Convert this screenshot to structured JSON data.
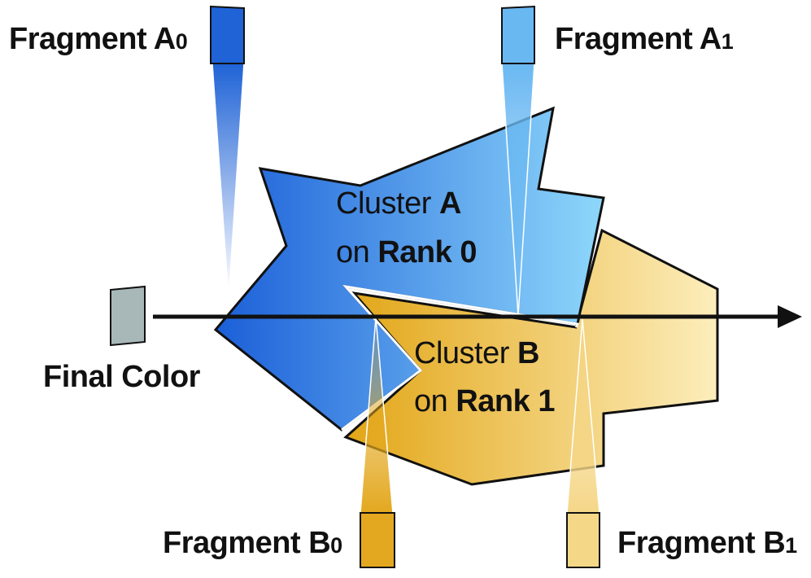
{
  "fragments": {
    "a0": {
      "name": "Fragment A",
      "sub": "0",
      "color": "#1f63d6"
    },
    "a1": {
      "name": "Fragment A",
      "sub": "1",
      "color": "#6ab8f2"
    },
    "b0": {
      "name": "Fragment B",
      "sub": "0",
      "color": "#e3a81f"
    },
    "b1": {
      "name": "Fragment B",
      "sub": "1",
      "color": "#f5d788"
    }
  },
  "final_color": {
    "label": "Final Color",
    "color": "#a8b8b8"
  },
  "cluster_a": {
    "word": "Cluster",
    "id": "A",
    "on": "on",
    "rank": "Rank 0",
    "colors": [
      "#1b5fd8",
      "#8ed7fb"
    ]
  },
  "cluster_b": {
    "word": "Cluster",
    "id": "B",
    "on": "on",
    "rank": "Rank 1",
    "colors": [
      "#e2a617",
      "#fdeebd"
    ]
  },
  "ray": {
    "color": "#111111"
  }
}
